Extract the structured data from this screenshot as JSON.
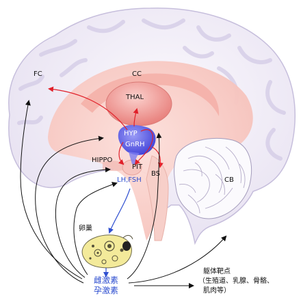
{
  "labels": {
    "fc": "FC",
    "cc": "CC",
    "thal": "THAL",
    "hyp": "HYP",
    "gnrh": "GnRH",
    "hippo": "HIPPO",
    "pit": "PIT",
    "bs": "BS",
    "cb": "CB",
    "lh_fsh": "LH,FSH",
    "ovary": "卵巢",
    "estrogen": "雌激素",
    "progesterone": "孕激素",
    "body_targets_title": "躯体靶点",
    "body_targets_list_line1": "（生殖道、乳腺、骨骼、",
    "body_targets_list_line2": "肌肉等）"
  },
  "colors": {
    "brain_outline": "#c9c2df",
    "brain_fill": "#efeaf6",
    "inner_pink": "#f7c9c2",
    "thalamus": "#ef9c98",
    "hypothalamus": "#5b5ce6",
    "pathway_red": "#e0202a",
    "pathway_blue": "#2f4fd0",
    "ovary": "#f3ea9a"
  }
}
